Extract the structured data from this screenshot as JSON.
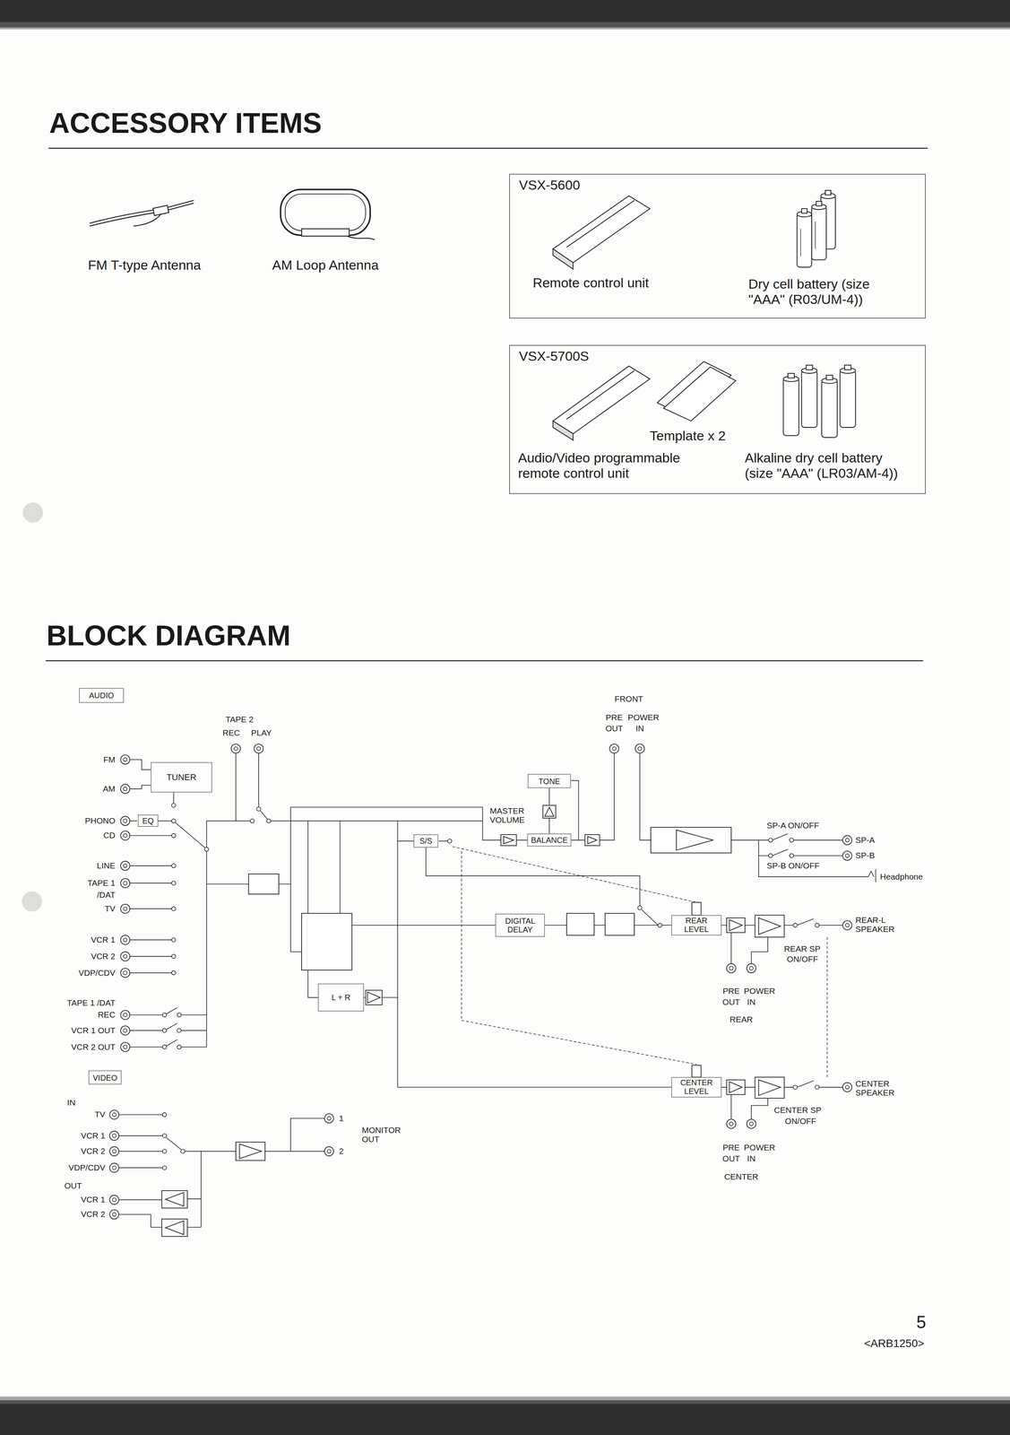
{
  "diagram": {
    "title": "BLOCK DIAGRAM",
    "nodes": [
      {
        "text": [
          "VSX-5600",
          "Remote control unit",
          "Dry cell battery (size \"AAA\" (R03/UM-4))"
        ]
      },
      {
        "text": [
          "VSX-5700S",
          "Template x 2",
          "Audio/Video programmable remote control unit",
          "Alkaline dry cell battery (size \"AAA\" (LR03/AM-4))"
        ]
      },
      {
        "text": [
          "AUDIO"
        ]
      },
      {
        "text": [
          "TUNER"
        ]
      },
      {
        "text": [
          "EQ"
        ]
      },
      {
        "text": [
          "TONE"
        ]
      },
      {
        "text": [
          "BALANCE"
        ]
      },
      {
        "text": [
          "S/S"
        ]
      },
      {
        "text": [
          "DIGITAL DELAY"
        ]
      },
      {
        "text": [
          "REAR LEVEL"
        ]
      },
      {
        "text": [
          "L + R"
        ]
      },
      {
        "text": [
          "CENTER LEVEL"
        ]
      },
      {
        "text": [
          "VIDEO"
        ]
      }
    ],
    "edges": [
      {
        "from": 8,
        "to": 9,
        "arrow": "none"
      },
      {
        "from": 10,
        "to": 11,
        "arrow": "none"
      }
    ],
    "labels": [
      "ACCESSORY ITEMS",
      "FM T-type Antenna",
      "AM Loop Antenna",
      "FRONT",
      "PRE",
      "POWER",
      "OUT",
      "IN",
      "TAPE 2",
      "REC",
      "PLAY",
      "FM",
      "AM",
      "PHONO",
      "CD",
      "LINE",
      "TAPE 1",
      "/DAT",
      "TV",
      "VCR 1",
      "VCR 2",
      "VDP/CDV",
      "TAPE 1 /DAT",
      "REC",
      "VCR 1 OUT",
      "VCR 2 OUT",
      "IN",
      "TV",
      "VCR 1",
      "VCR 2",
      "VDP/CDV",
      "OUT",
      "VCR 1",
      "VCR 2",
      "1",
      "2",
      "MONITOR OUT",
      "MASTER VOLUME",
      "SP-A ON/OFF",
      "SP-A",
      "SP-B",
      "SP-B ON/OFF",
      "Headphone",
      "REAR-L SPEAKER",
      "REAR SP",
      "ON/OFF",
      "PRE",
      "POWER",
      "OUT",
      "IN",
      "REAR",
      "CENTER SPEAKER",
      "CENTER SP",
      "ON/OFF",
      "PRE",
      "POWER",
      "OUT",
      "IN",
      "CENTER",
      "5",
      "<ARB1250>"
    ]
  }
}
